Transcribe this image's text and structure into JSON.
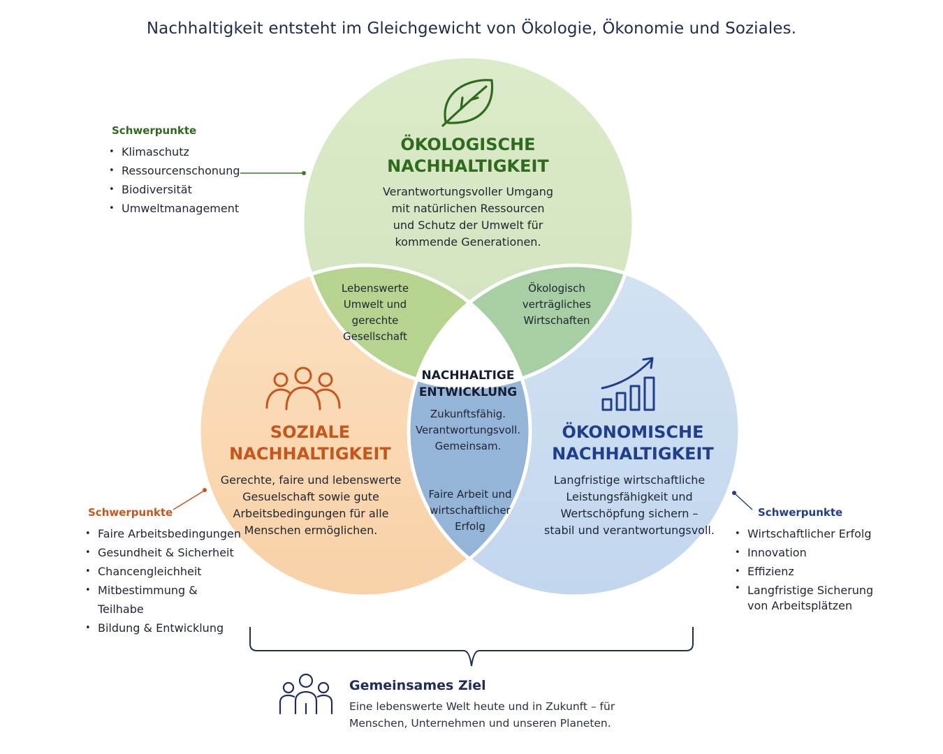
{
  "title": "Nachhaltigkeit entsteht im Gleichgewicht von Ökologie, Ökonomie und Soziales.",
  "colors": {
    "ecology": "#2f6b1e",
    "social": "#c8561c",
    "economy": "#1f3f8c",
    "goal": "#1f2c5c"
  },
  "ecology": {
    "icon": "leaf-icon",
    "title": "ÖKOLOGISCHE\nNACHHALTIGKEIT",
    "description": "Verantwortungsvoller Umgang\nmit natürlichen Ressourcen\nund Schutz der Umwelt für\nkommende Generationen.",
    "focus_heading": "Schwerpunkte",
    "focus_items": [
      "Klimaschutz",
      "Ressourcenschonung",
      "Biodiversität",
      "Umweltmanagement"
    ]
  },
  "social": {
    "icon": "people-group-icon",
    "title": "SOZIALE\nNACHHALTIGKEIT",
    "description": "Gerechte, faire und lebenswerte\nGesuelschaft sowie gute\nArbeitsbedingungen für alle\nMenschen ermöglichen.",
    "focus_heading": "Schwerpunkte",
    "focus_items": [
      "Faire Arbeitsbedingungen",
      "Gesundheit & Sicherheit",
      "Chancengleichheit",
      "Mitbestimmung & Teilhabe",
      "Bildung & Entwicklung"
    ]
  },
  "economy": {
    "icon": "growth-chart-icon",
    "title": "ÖKONOMISCHE\nNACHHALTIGKEIT",
    "description": "Langfristige wirtschaftliche\nLeistungsfähigkeit und\nWertschöpfung sichern –\nstabil und verantwortungsvoll.",
    "focus_heading": "Schwerpunkte",
    "focus_items": [
      "Wirtschaftlicher Erfolg",
      "Innovation",
      "Effizienz",
      "Langfristige Sicherung\nvon Arbeitsplätzen"
    ]
  },
  "overlaps": {
    "eco_social": "Lebenswerte\nUmwelt und\ngerechte\nGesellschaft",
    "eco_economy": "Ökologisch\nverträgliches\nWirtschaften",
    "social_economy": "Faire Arbeit und\nwirtschaftlicher\nErfolg"
  },
  "center": {
    "title": "NACHHALTIGE\nENTWICKLUNG",
    "text": "Zukunftsfähig.\nVerantwortungsvoll.\nGemeinsam."
  },
  "goal": {
    "icon": "community-icon",
    "heading": "Gemeinsames Ziel",
    "text": "Eine lebenswerte Welt heute und in Zukunft – für Menschen, Unternehmen und unseren Planeten."
  }
}
